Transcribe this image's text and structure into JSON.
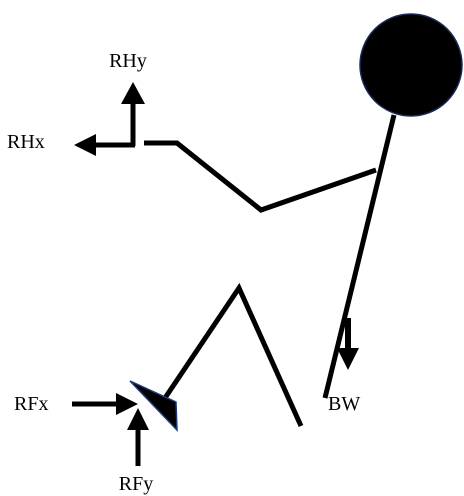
{
  "diagram": {
    "colors": {
      "stroke": "#000000",
      "head_fill": "#000000",
      "head_outline": "#1a2a5a",
      "foot_fill": "#000000",
      "foot_outline": "#1f3a7a"
    },
    "labels": {
      "rhy": "RHy",
      "rhx": "RHx",
      "bw": "BW",
      "rfx": "RFx",
      "rfy": "RFy"
    }
  }
}
